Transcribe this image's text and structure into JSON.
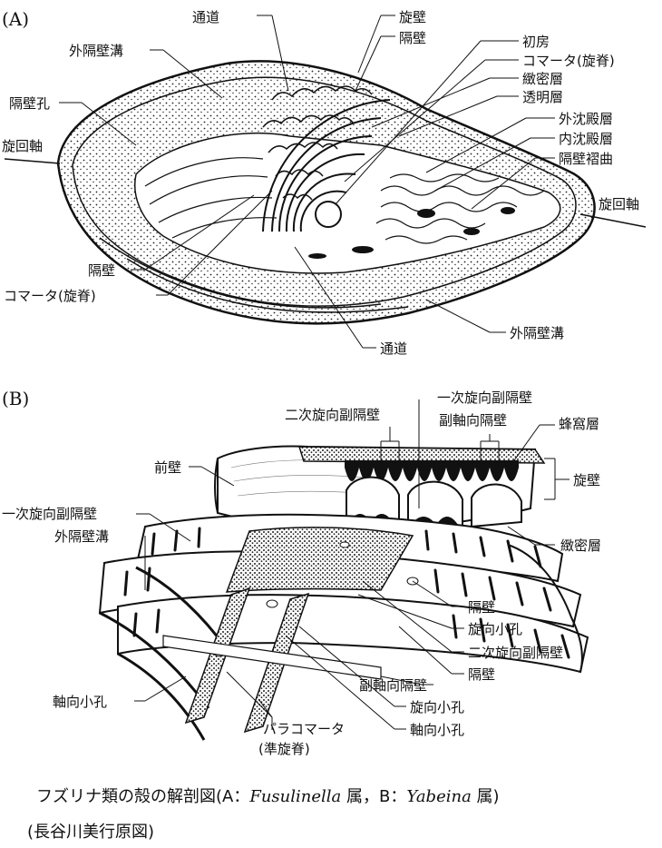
{
  "panel_a": {
    "tag": "(A)",
    "labels": {
      "tsudo_top": "通道",
      "senpeki": "旋壁",
      "kakuheki_top": "隔壁",
      "gaikakuhekiko_top": "外隔壁溝",
      "shobo": "初房",
      "comata_top": "コマータ(旋脊)",
      "chimitsuso": "緻密層",
      "tomeiso": "透明層",
      "kakuhekiko": "隔壁孔",
      "gaichindenso": "外沈殿層",
      "senkaijiku_left": "旋回軸",
      "naichindenso": "内沈殿層",
      "kakuhekishukyoku": "隔壁褶曲",
      "senkaijiku_right": "旋回軸",
      "kakuheki_bottom": "隔壁",
      "comata_bottom": "コマータ(旋脊)",
      "gaikakuhekiko_bottom": "外隔壁溝",
      "tsudo_bottom": "通道"
    }
  },
  "panel_b": {
    "tag": "(B)",
    "labels": {
      "ichiji_top": "一次旋向副隔壁",
      "niji_top": "二次旋向副隔壁",
      "fukujiku_top": "副軸向隔壁",
      "hokaso": "蜂窩層",
      "zenpeki": "前壁",
      "senpeki": "旋壁",
      "ichiji_left": "一次旋向副隔壁",
      "chimitsuso": "緻密層",
      "gaikakuhekiko": "外隔壁溝",
      "kakuheki_1": "隔壁",
      "senkoshoko_1": "旋向小孔",
      "niji_right": "二次旋向副隔壁",
      "kakuheki_2": "隔壁",
      "fukujiku_bottom": "副軸向隔壁",
      "jikukoshoko_left": "軸向小孔",
      "senkoshoko_2": "旋向小孔",
      "paracomata": "パラコマータ",
      "junsenseki": "(準旋脊)",
      "jikukoshoko_right": "軸向小孔"
    }
  },
  "caption": {
    "prefix": "フズリナ類の殻の解剖図(A：",
    "genus_a": "Fusulinella",
    "middle": " 属，B：",
    "genus_b": "Yabeina",
    "suffix": " 属)",
    "credit": "(長谷川美行原図)"
  }
}
